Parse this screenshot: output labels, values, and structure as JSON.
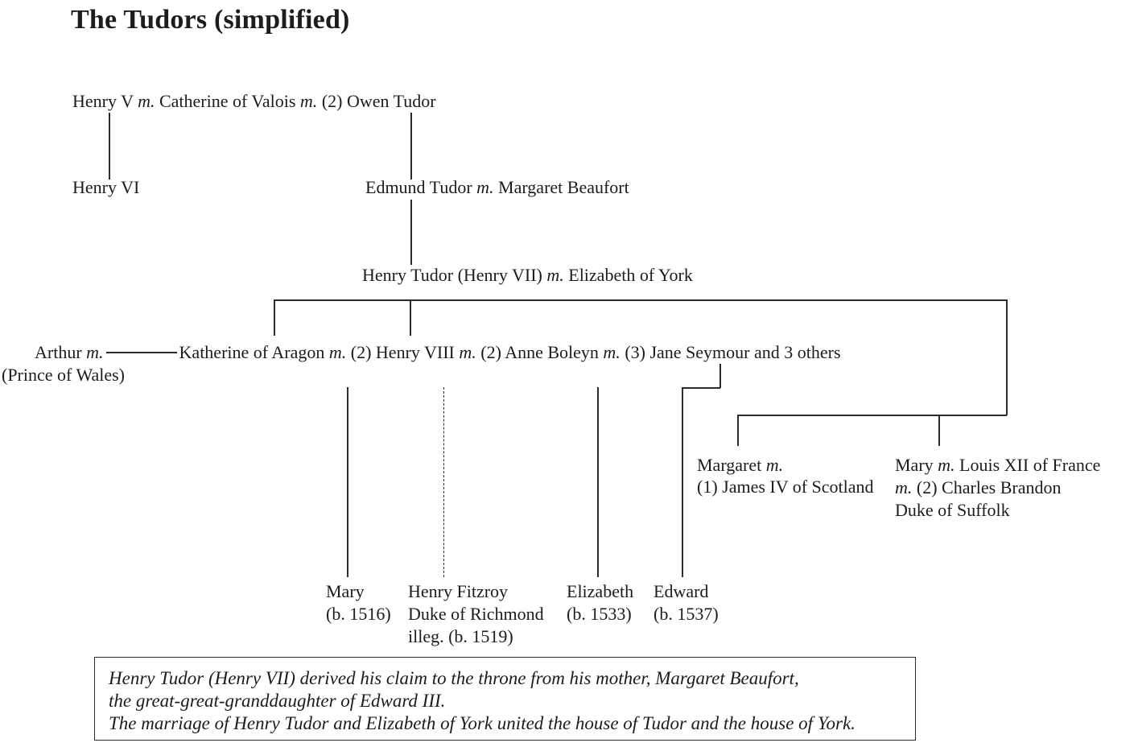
{
  "title": "The Tudors (simplified)",
  "colors": {
    "text": "#1c1c1c",
    "line": "#2b2b2b",
    "background": "#ffffff"
  },
  "gen1": {
    "henry_v": "Henry V ",
    "m1": "m.",
    "catherine_valois": " Catherine of Valois ",
    "m2": "m.",
    "owen_tudor": " (2) Owen Tudor"
  },
  "gen2": {
    "henry_vi": "Henry VI",
    "edmund": "Edmund Tudor ",
    "m": "m.",
    "margaret_beaufort": " Margaret Beaufort"
  },
  "gen3": {
    "henry_tudor": "Henry Tudor (Henry VII) ",
    "m": "m.",
    "elizabeth_york": " Elizabeth of York"
  },
  "gen4": {
    "arthur": "Arthur ",
    "arthur_m": "m.",
    "katherine_aragon": "Katherine of Aragon ",
    "m1": "m.",
    "henry_viii": " (2) Henry VIII ",
    "m2": "m.",
    "anne_boleyn": " (2) Anne Boleyn ",
    "m3": "m.",
    "jane_seymour": " (3) Jane Seymour and 3 others",
    "prince_of_wales": "(Prince of Wales)"
  },
  "margaret_branch": {
    "name": "Margaret ",
    "m": "m.",
    "spouse": "(1) James IV of Scotland"
  },
  "mary_branch": {
    "name": "Mary ",
    "m1": "m.",
    "spouse1": " Louis XII of France",
    "m2": "m.",
    "spouse2": " (2) Charles Brandon",
    "suffix": "Duke of Suffolk"
  },
  "children": {
    "mary": {
      "name": "Mary",
      "born": "(b. 1516)"
    },
    "fitzroy": {
      "name": "Henry Fitzroy",
      "title": "Duke of Richmond",
      "born": "illeg. (b. 1519)"
    },
    "elizabeth": {
      "name": "Elizabeth",
      "born": "(b. 1533)"
    },
    "edward": {
      "name": "Edward",
      "born": "(b. 1537)"
    }
  },
  "note": {
    "line1": "Henry Tudor (Henry VII) derived his claim to the throne from his mother, Margaret Beaufort,",
    "line2": "the great-great-granddaughter of Edward III.",
    "line3": "The marriage of Henry Tudor and Elizabeth of York united the house of Tudor and the house of York."
  }
}
